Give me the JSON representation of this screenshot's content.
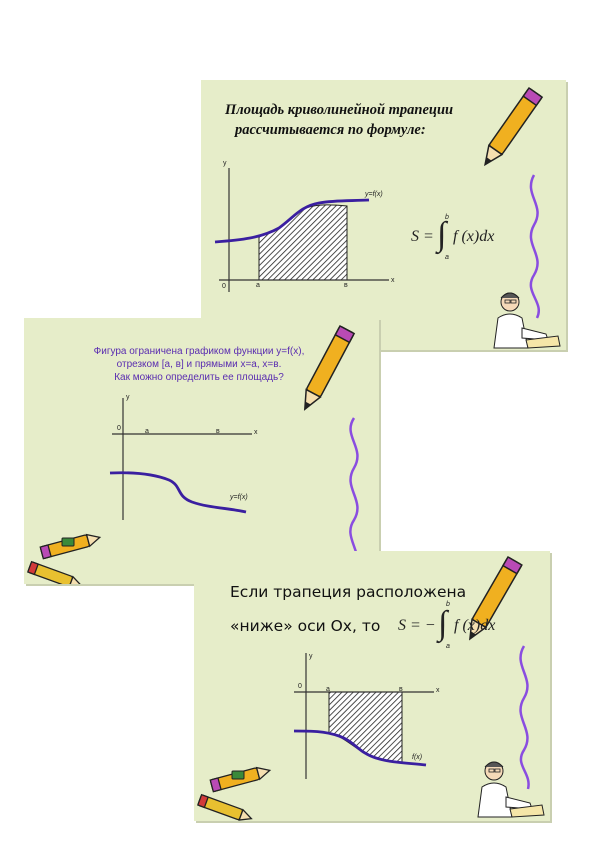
{
  "slide1": {
    "title_line1": "Площадь криволинейной трапеции",
    "title_line2": "рассчитывается по формуле:",
    "axis_y": "y",
    "axis_x": "x",
    "origin": "0",
    "a": "a",
    "b": "в",
    "curve_label": "y=f(x)",
    "formula_S": "S =",
    "formula_upper": "b",
    "formula_lower": "a",
    "formula_body": "f (x)dx"
  },
  "slide2": {
    "text_line1": "Фигура ограничена графиком функции y=f(x),",
    "text_line2": "отрезком [a, в] и прямыми x=a, x=в.",
    "text_line3": "Как можно определить ее площадь?",
    "axis_y": "y",
    "axis_x": "x",
    "origin": "0",
    "a": "a",
    "b": "в",
    "curve_label": "y=f(x)"
  },
  "slide3": {
    "text_line1": "Если трапеция расположена",
    "text_line2": "«ниже» оси Ох, то",
    "axis_y": "y",
    "axis_x": "x",
    "origin": "0",
    "a": "a",
    "b": "в",
    "curve_label": "f(x)",
    "formula_S": "S = −",
    "formula_upper": "b",
    "formula_lower": "a",
    "formula_body": "f (x)dx"
  },
  "colors": {
    "slide_bg": "#e6edc9",
    "curve": "#3a1fa0",
    "decor_line": "#8a4de0",
    "pencil_body": "#f0b020",
    "text_purple": "#5a2db0"
  }
}
